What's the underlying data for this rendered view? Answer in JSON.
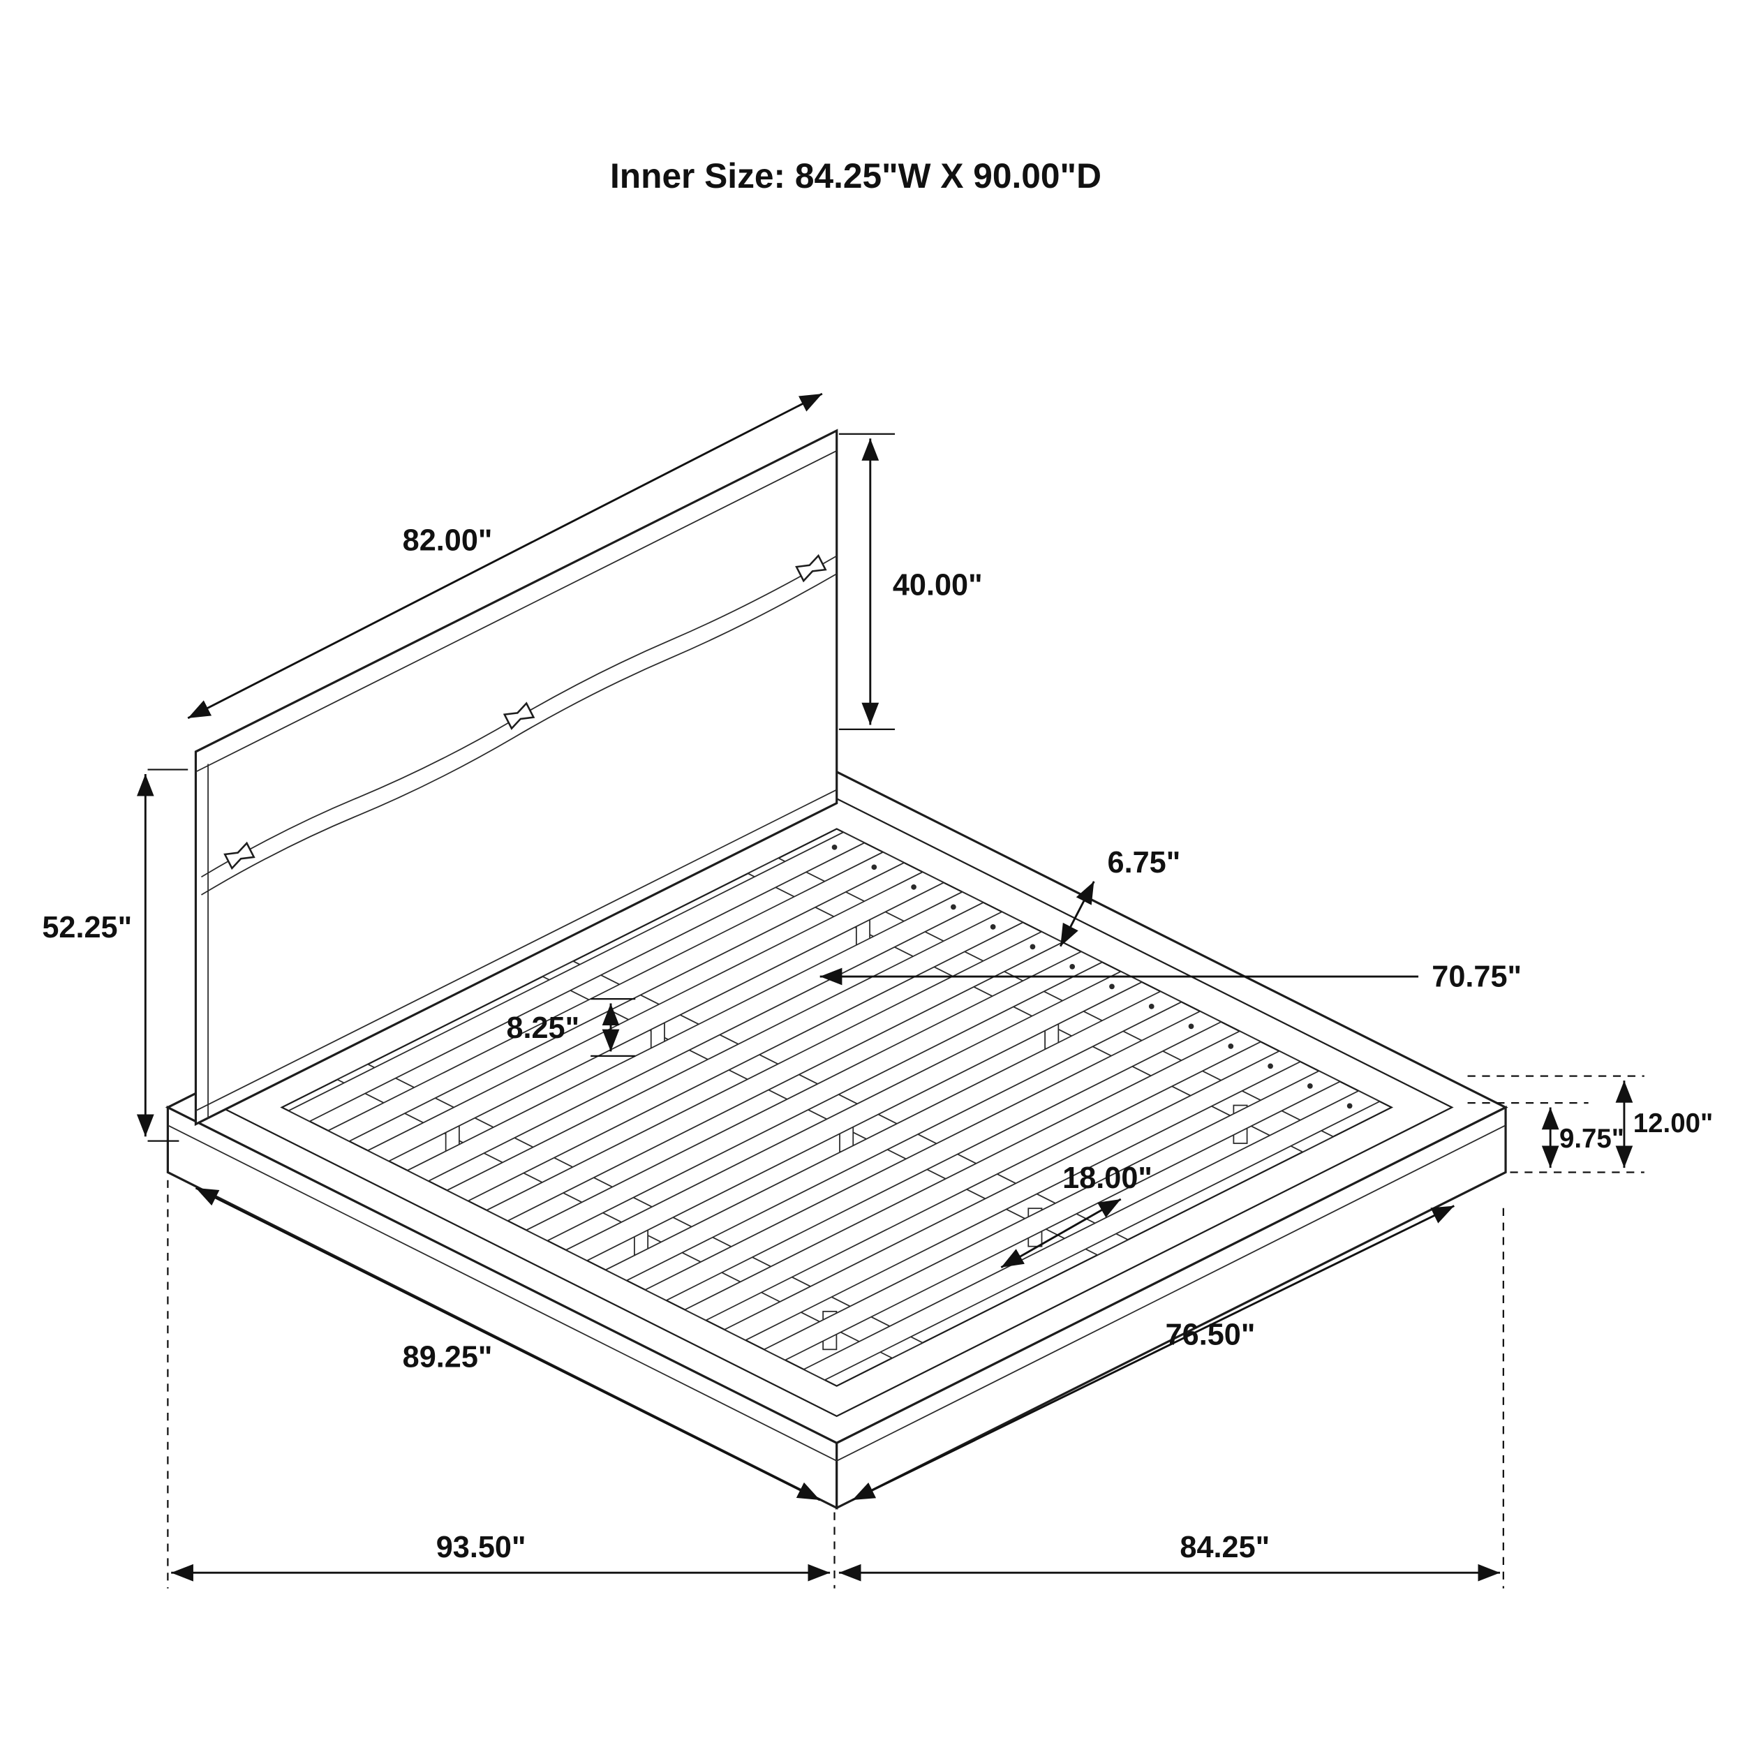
{
  "title": "Inner Size: 84.25\"W X 90.00\"D",
  "dimensions": {
    "headboard_width": "82.00\"",
    "headboard_height_above_platform": "40.00\"",
    "headboard_total_height": "52.25\"",
    "rail_overhang": "6.75\"",
    "slat_length": "70.75\"",
    "support_height": "8.25\"",
    "base_height": "9.75\"",
    "platform_height": "12.00\"",
    "foot_clearance": "18.00\"",
    "left_side_length": "89.25\"",
    "right_side_length": "76.50\"",
    "overall_depth": "93.50\"",
    "overall_width": "84.25\""
  }
}
